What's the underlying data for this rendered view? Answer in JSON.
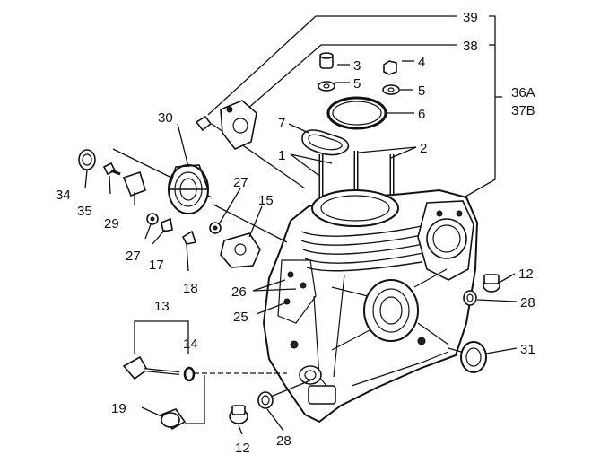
{
  "callouts": {
    "c1": "1",
    "c2": "2",
    "c3": "3",
    "c4": "4",
    "c5a": "5",
    "c5b": "5",
    "c6": "6",
    "c7": "7",
    "c12a": "12",
    "c12b": "12",
    "c13": "13",
    "c14": "14",
    "c15": "15",
    "c17": "17",
    "c18": "18",
    "c19": "19",
    "c25": "25",
    "c26": "26",
    "c27a": "27",
    "c27b": "27",
    "c28a": "28",
    "c28b": "28",
    "c29": "29",
    "c30": "30",
    "c31": "31",
    "c34": "34",
    "c35": "35",
    "c36a": "36A",
    "c37b": "37B",
    "c38": "38",
    "c39": "39"
  }
}
